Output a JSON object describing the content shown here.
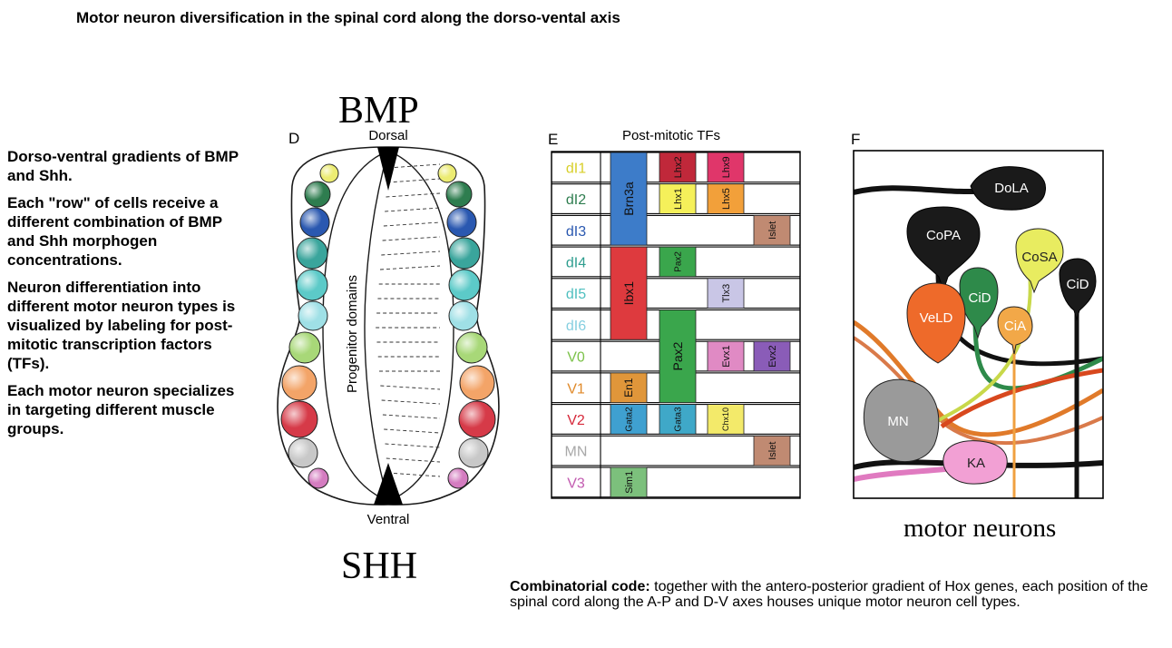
{
  "title": "Motor neuron diversification in the spinal cord along the dorso-vental axis",
  "left_text": {
    "p1": "Dorso-ventral gradients of BMP and Shh.",
    "p2": "Each \"row\" of cells receive a different combination of BMP and Shh morphogen concentrations.",
    "p3": "Neuron differentiation into different motor neuron types is visualized by labeling for post-mitotic transcription factors (TFs).",
    "p4": "Each motor neuron specializes in targeting different muscle groups."
  },
  "panel_d": {
    "letter": "D",
    "top_label": "BMP",
    "dorsal": "Dorsal",
    "ventral": "Ventral",
    "bottom_label": "SHH",
    "center_label": "Progenitor domains",
    "cell_colors": [
      "#ecec72",
      "#2e7d4f",
      "#2a58b0",
      "#3aa59c",
      "#5ccac8",
      "#9fe0e6",
      "#a8d878",
      "#f3a468",
      "#d63a48",
      "#c8c8c8",
      "#d47cc0"
    ]
  },
  "panel_e": {
    "letter": "E",
    "header": "Post-mitotic TFs",
    "rows": [
      {
        "label": "dI1",
        "color": "#d8cf2a"
      },
      {
        "label": "dI2",
        "color": "#2e7d4f"
      },
      {
        "label": "dI3",
        "color": "#2a58b0"
      },
      {
        "label": "dI4",
        "color": "#2f9e8f"
      },
      {
        "label": "dI5",
        "color": "#4fbfbf"
      },
      {
        "label": "dI6",
        "color": "#86cfe0"
      },
      {
        "label": "V0",
        "color": "#7cc24a"
      },
      {
        "label": "V1",
        "color": "#e08a2a"
      },
      {
        "label": "V2",
        "color": "#d6283a"
      },
      {
        "label": "MN",
        "color": "#a8a8a8"
      },
      {
        "label": "V3",
        "color": "#c25bb0"
      }
    ],
    "tf_labels": {
      "brn3a": "Brn3a",
      "lhx2": "Lhx2",
      "lhx9": "Lhx9",
      "lhx1": "Lhx1",
      "lhx5": "Lhx5",
      "islet_top": "Islet",
      "lbx1": "Ibx1",
      "pax2_small": "Pax2",
      "tlx3": "Tlx3",
      "pax2_big": "Pax2",
      "evx1": "Evx1",
      "evx2": "Evx2",
      "en1": "En1",
      "gata2": "Gata2",
      "gata3": "Gata3",
      "chx10": "Chx10",
      "islet_mn": "Islet",
      "sim1": "Sim1"
    },
    "tf_colors": {
      "brn3a": "#3d7cc9",
      "lhx2": "#c0283a",
      "lhx9": "#e0366a",
      "lhx1": "#f5f05a",
      "lhx5": "#f2a03a",
      "islet": "#c08a72",
      "lbx1": "#de3a3e",
      "pax2": "#3aa64c",
      "tlx3": "#c9c6e6",
      "evx1": "#e08ac4",
      "evx2": "#8a5cb8",
      "en1": "#e0963a",
      "gata2": "#3fa0d0",
      "gata3": "#3fa8c8",
      "chx10": "#f3ea6a",
      "sim1": "#7cc07c"
    }
  },
  "panel_f": {
    "letter": "F",
    "neurons": {
      "dola": "DoLA",
      "copa": "CoPA",
      "cosa": "CoSA",
      "cid1": "CiD",
      "cid2": "CiD",
      "veld": "VeLD",
      "cia": "CiA",
      "mn": "MN",
      "ka": "KA"
    },
    "caption": "motor neurons"
  },
  "bottom_text": {
    "bold": "Combinatorial code:",
    "rest": " together with the antero-posterior gradient of Hox genes, each position of the spinal cord along the A-P and D-V axes houses unique motor neuron cell types."
  }
}
